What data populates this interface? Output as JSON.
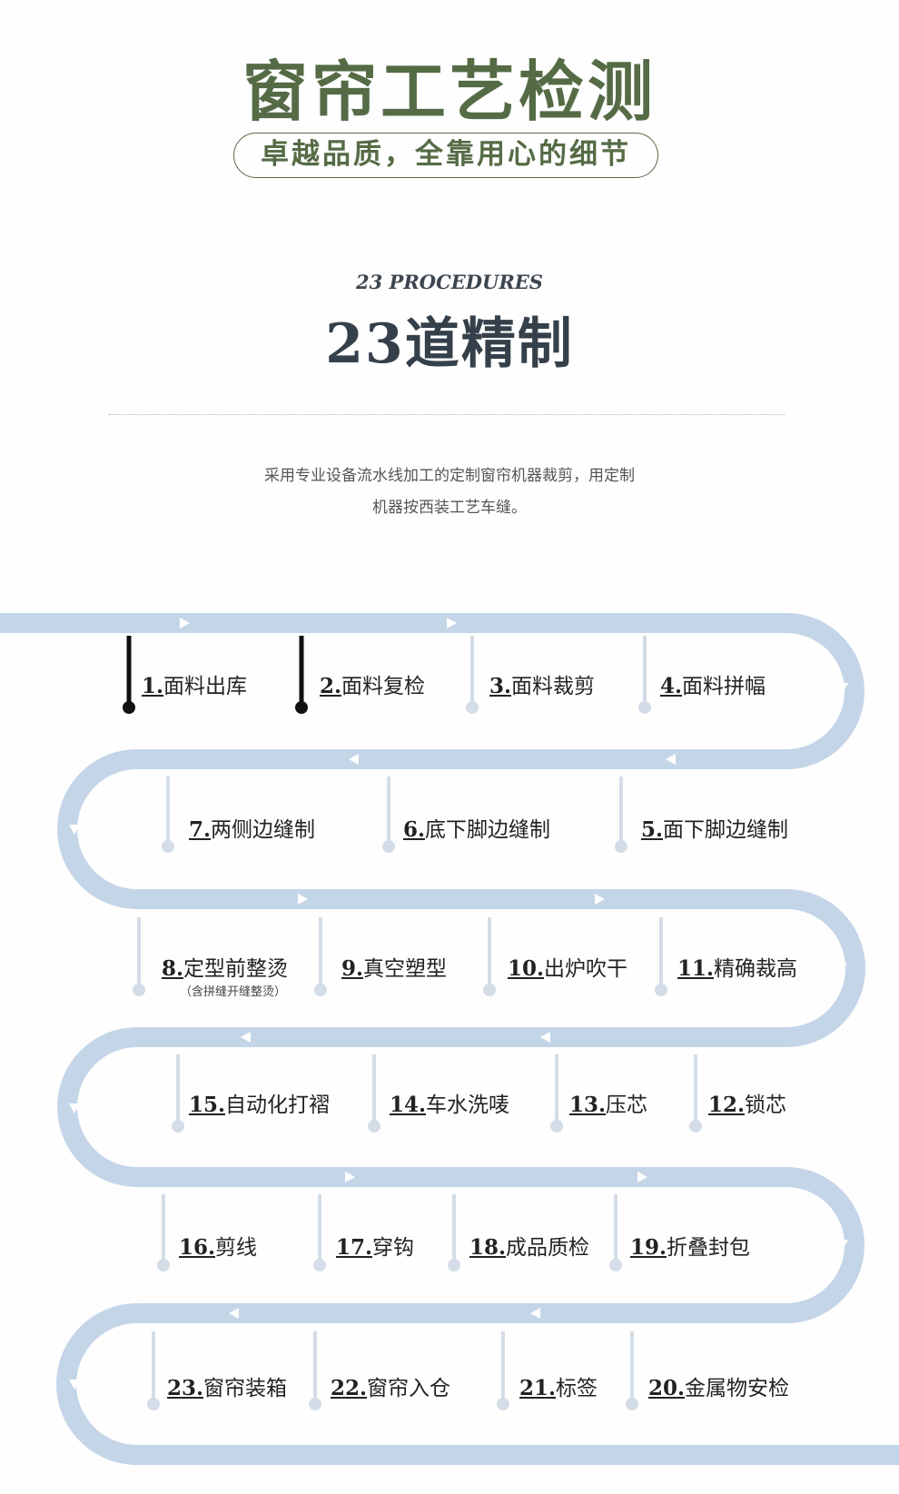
{
  "header": {
    "title": "窗帘工艺检测",
    "subtitle": "卓越品质，全靠用心的细节"
  },
  "section": {
    "kicker": "23 PROCEDURES",
    "heading": "23道精制",
    "description_lines": [
      "采用专业设备流水线加工的定制窗帘机器裁剪，用定制",
      "机器按西装工艺车缝。"
    ]
  },
  "colors": {
    "title_green": "#556b45",
    "track_blue": "#c4d5e8",
    "dark": "#111111"
  },
  "steps": [
    {
      "num": "1.",
      "label": "面料出库",
      "active": true
    },
    {
      "num": "2.",
      "label": "面料复检",
      "active": true
    },
    {
      "num": "3.",
      "label": "面料裁剪"
    },
    {
      "num": "4.",
      "label": "面料拼幅"
    },
    {
      "num": "5.",
      "label": "面下脚边缝制"
    },
    {
      "num": "6.",
      "label": "底下脚边缝制"
    },
    {
      "num": "7.",
      "label": "两侧边缝制"
    },
    {
      "num": "8.",
      "label": "定型前整烫",
      "note": "（含拼缝开缝整烫）"
    },
    {
      "num": "9.",
      "label": "真空塑型"
    },
    {
      "num": "10.",
      "label": "出炉吹干"
    },
    {
      "num": "11.",
      "label": "精确裁高"
    },
    {
      "num": "12.",
      "label": "锁芯"
    },
    {
      "num": "13.",
      "label": "压芯"
    },
    {
      "num": "14.",
      "label": "车水洗唛"
    },
    {
      "num": "15.",
      "label": "自动化打褶"
    },
    {
      "num": "16.",
      "label": "剪线"
    },
    {
      "num": "17.",
      "label": "穿钩"
    },
    {
      "num": "18.",
      "label": "成品质检"
    },
    {
      "num": "19.",
      "label": "折叠封包"
    },
    {
      "num": "20.",
      "label": "金属物安检"
    },
    {
      "num": "21.",
      "label": "标签"
    },
    {
      "num": "22.",
      "label": "窗帘入仓"
    },
    {
      "num": "23.",
      "label": "窗帘装箱"
    }
  ]
}
